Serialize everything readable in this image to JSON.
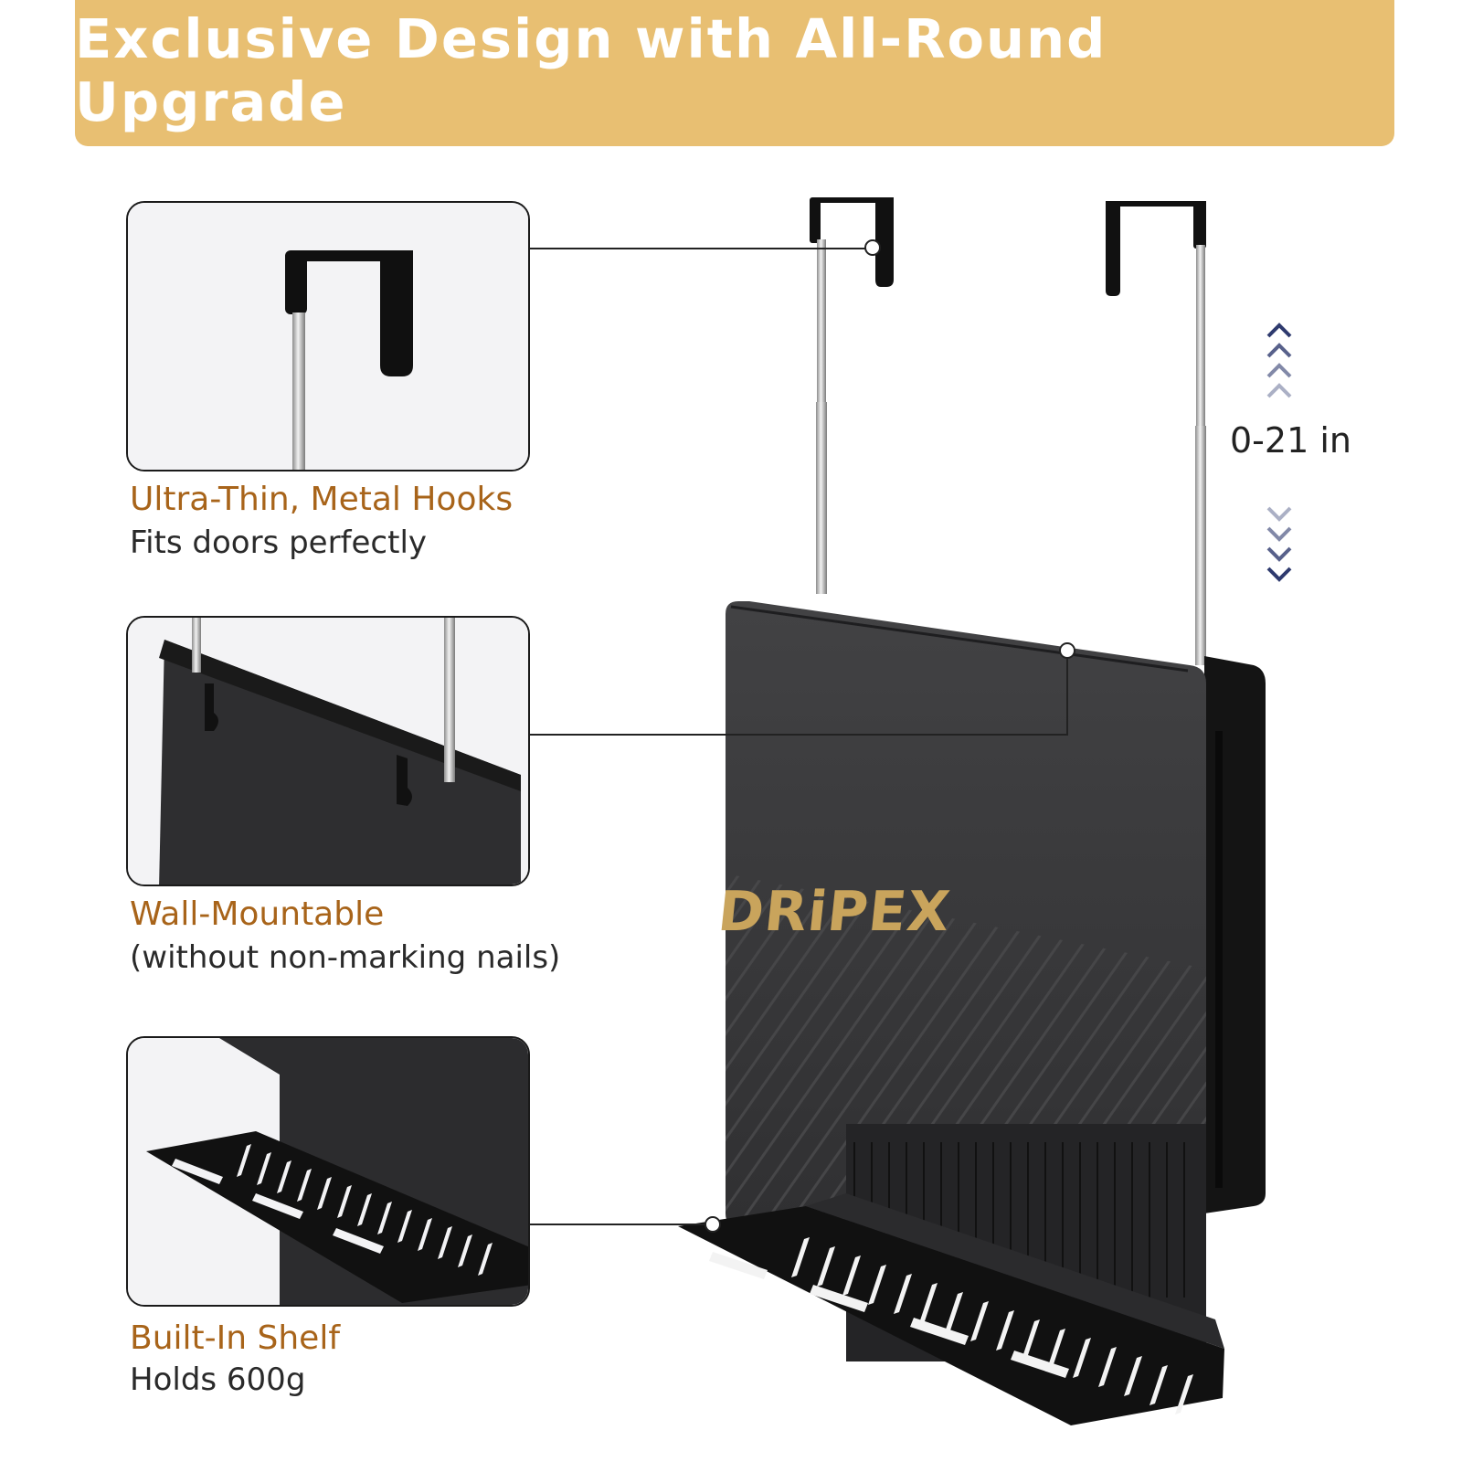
{
  "header": {
    "title": "Exclusive Design with All-Round Upgrade"
  },
  "features": [
    {
      "title": "Ultra-Thin, Metal Hooks",
      "subtitle": "Fits doors perfectly"
    },
    {
      "title": "Wall-Mountable",
      "subtitle": "(without non-marking nails)"
    },
    {
      "title": "Built-In Shelf",
      "subtitle": "Holds 600g"
    }
  ],
  "product": {
    "brand": "DRiPEX"
  },
  "adjust": {
    "range": "0-21 in"
  },
  "colors": {
    "banner": "#e8bf72",
    "accent": "#a8641a",
    "body": "#3a3a3c",
    "chevron": "#2e3a6e",
    "brand_gold": "#c9a45c"
  }
}
